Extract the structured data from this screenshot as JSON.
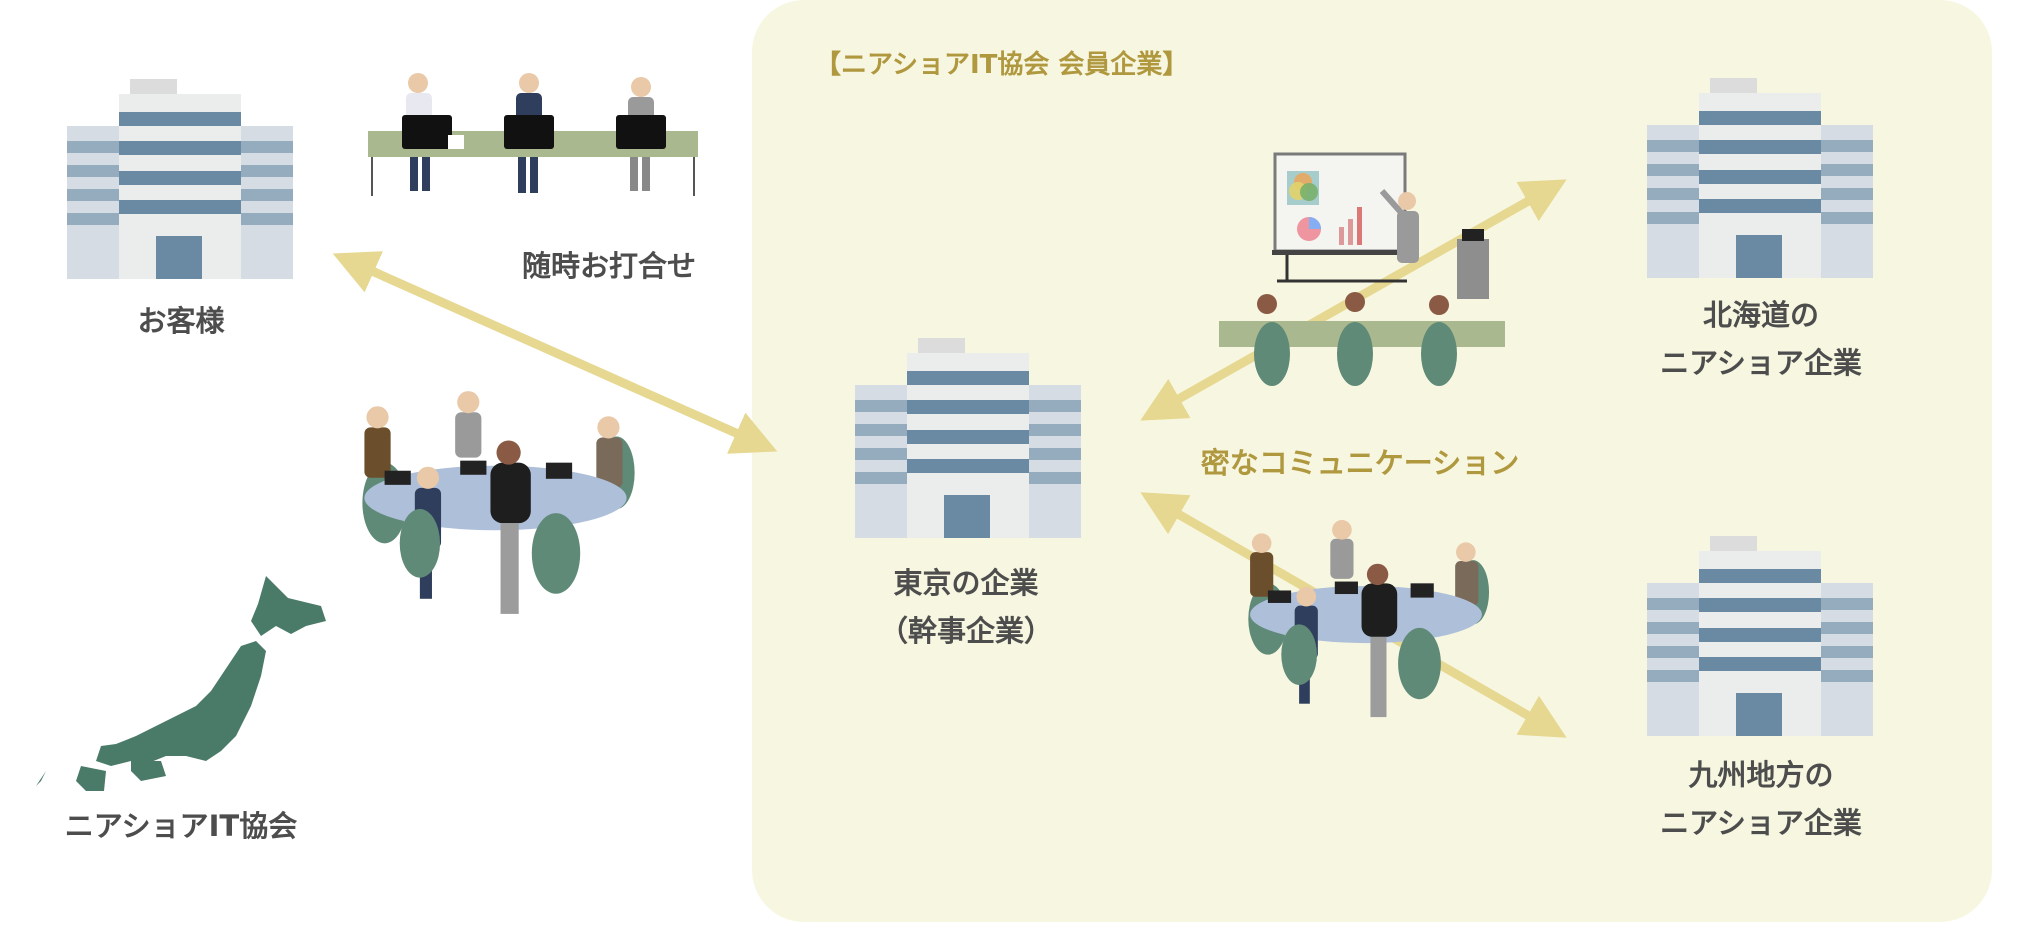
{
  "panel_title": "【ニアショアIT協会 会員企業】",
  "labels": {
    "customer": "お客様",
    "meeting": "随時お打合せ",
    "association": "ニアショアIT協会",
    "tokyo_line1": "東京の企業",
    "tokyo_line2": "（幹事企業）",
    "communication": "密なコミュニケーション",
    "hokkaido_line1": "北海道の",
    "hokkaido_line2": "ニアショア企業",
    "kyushu_line1": "九州地方の",
    "kyushu_line2": "ニアショア企業"
  },
  "colors": {
    "panel": "#f7f7e1",
    "accent_text": "#b0983f",
    "arrow": "#e6d891",
    "building_stripe": "#6a8aa4",
    "map_green": "#4a7a68"
  }
}
